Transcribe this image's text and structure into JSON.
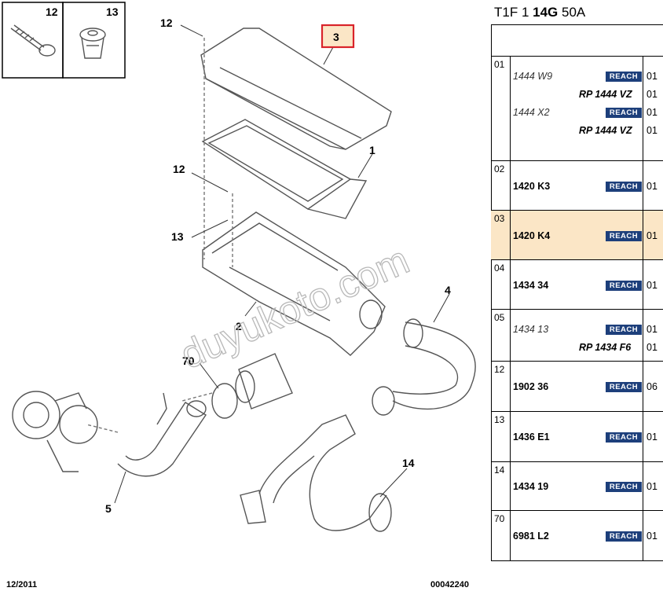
{
  "diagram": {
    "callouts": {
      "c12_top": "12",
      "c13_top": "13",
      "c12_mid": "12",
      "c3": "3",
      "c1": "1",
      "c12_side": "12",
      "c13_side": "13",
      "c2": "2",
      "c4": "4",
      "c70": "70",
      "c5": "5",
      "c14": "14"
    },
    "watermark": "duyukoto.com",
    "footer": {
      "date": "12/2011",
      "reference": "00042240"
    },
    "colors": {
      "highlight_box": "#d9232a",
      "highlight_fill": "#fbe6c6",
      "line": "#555555"
    }
  },
  "panel": {
    "title": {
      "part1": "T1F 1 ",
      "part2": "14G",
      "part3": " 50A"
    },
    "reach_label": "REACH",
    "rows": [
      {
        "pos": "01",
        "lines": [
          {
            "ref": "1444 W9",
            "italic": true,
            "reach": true,
            "qty": "01"
          },
          {
            "rp": "RP 1444 VZ",
            "qty": "01"
          },
          {
            "ref": "1444 X2",
            "italic": true,
            "reach": true,
            "qty": "01"
          },
          {
            "rp": "RP 1444 VZ",
            "qty": "01"
          }
        ]
      },
      {
        "pos": "02",
        "lines": [
          {
            "ref": "1420 K3",
            "reach": true,
            "qty": "01"
          }
        ]
      },
      {
        "pos": "03",
        "highlight": true,
        "lines": [
          {
            "ref": "1420 K4",
            "reach": true,
            "qty": "01"
          }
        ]
      },
      {
        "pos": "04",
        "lines": [
          {
            "ref": "1434 34",
            "reach": true,
            "qty": "01"
          }
        ]
      },
      {
        "pos": "05",
        "lines": [
          {
            "ref": "1434 13",
            "italic": true,
            "reach": true,
            "qty": "01"
          },
          {
            "rp": "RP 1434 F6",
            "qty": "01"
          }
        ]
      },
      {
        "pos": "12",
        "lines": [
          {
            "ref": "1902 36",
            "reach": true,
            "qty": "06"
          }
        ]
      },
      {
        "pos": "13",
        "lines": [
          {
            "ref": "1436 E1",
            "reach": true,
            "qty": "01"
          }
        ]
      },
      {
        "pos": "14",
        "lines": [
          {
            "ref": "1434 19",
            "reach": true,
            "qty": "01"
          }
        ]
      },
      {
        "pos": "70",
        "lines": [
          {
            "ref": "6981 L2",
            "reach": true,
            "qty": "01"
          }
        ]
      }
    ]
  }
}
